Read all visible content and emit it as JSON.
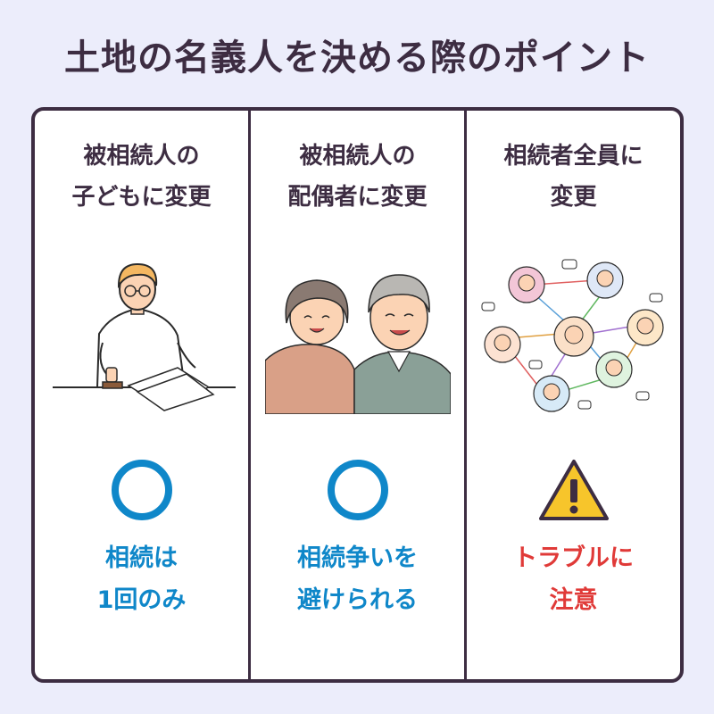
{
  "title": "土地の名義人を決める際のポイント",
  "columns": [
    {
      "heading": [
        "被相続人の",
        "子どもに変更"
      ],
      "illustration": "man-stamping-documents",
      "mark": "circle-icon",
      "result": [
        "相続は",
        "1回のみ"
      ],
      "result_color": "#0f87c9"
    },
    {
      "heading": [
        "被相続人の",
        "配偶者に変更"
      ],
      "illustration": "elderly-couple",
      "mark": "circle-icon",
      "result": [
        "相続争いを",
        "避けられる"
      ],
      "result_color": "#0f87c9"
    },
    {
      "heading": [
        "相続者全員に",
        "変更"
      ],
      "illustration": "people-network",
      "mark": "warning-icon",
      "result": [
        "トラブルに",
        "注意"
      ],
      "result_color": "#e03a38"
    }
  ],
  "colors": {
    "background": "#ecedfb",
    "border": "#3d2d42",
    "ok_blue": "#0f87c9",
    "warn_red": "#e03a38",
    "warn_yellow": "#f7c52b"
  }
}
